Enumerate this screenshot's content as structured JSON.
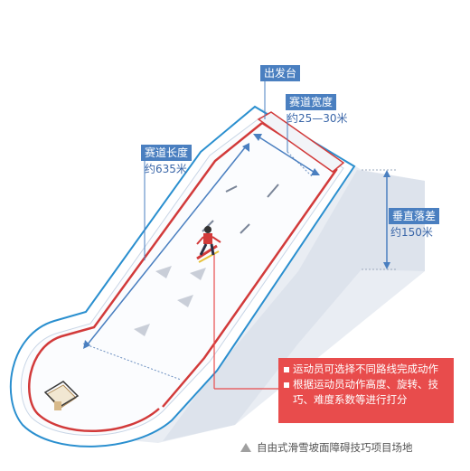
{
  "labels": {
    "start": "出发台",
    "width_title": "赛道宽度",
    "width_value": "约25—30米",
    "length_title": "赛道长度",
    "length_value": "约635米",
    "drop_title": "垂直落差",
    "drop_value": "约150米"
  },
  "info": {
    "items": [
      "运动员可选择不同路线完成动作",
      "根据运动员动作高度、旋转、技巧、难度系数等进行打分"
    ]
  },
  "caption": "自由式滑雪坡面障碍技巧项目场地",
  "colors": {
    "accent_blue": "#4a7fc0",
    "rail_red": "#d23a3a",
    "info_red": "#e84c4c",
    "slope_shadow": "#e6ebf2",
    "outline_blue": "#2a8fcf"
  }
}
